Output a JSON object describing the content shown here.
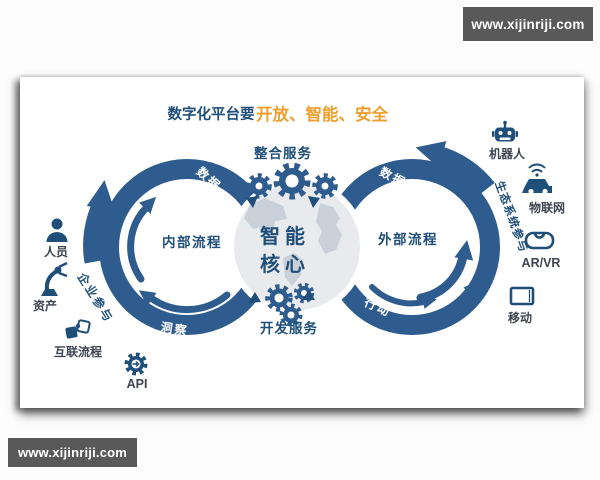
{
  "watermark": {
    "text": "www.xijinriji.com"
  },
  "title": {
    "prefix": "数字化平台要",
    "highlight": "开放、智能、安全"
  },
  "center": {
    "core_line1": "智能",
    "core_line2": "核心",
    "top_service": "整合服务",
    "bottom_service": "开发服务"
  },
  "left_loop": {
    "name": "内部流程",
    "top_flow": "数据",
    "bottom_flow": "洞察",
    "side_flow": "企业参与"
  },
  "right_loop": {
    "name": "外部流程",
    "top_flow": "数据",
    "bottom_flow": "行动",
    "side_flow": "生态系统参与"
  },
  "left_items": [
    {
      "label": "人员",
      "icon": "person-icon"
    },
    {
      "label": "资产",
      "icon": "robot-arm-icon"
    },
    {
      "label": "互联流程",
      "icon": "puzzle-icon"
    },
    {
      "label": "API",
      "icon": "api-gear-icon"
    }
  ],
  "right_items": [
    {
      "label": "机器人",
      "icon": "robot-icon"
    },
    {
      "label": "物联网",
      "icon": "connected-car-icon"
    },
    {
      "label": "AR/VR",
      "icon": "vr-goggles-icon"
    },
    {
      "label": "移动",
      "icon": "tablet-icon"
    }
  ],
  "colors": {
    "loop_blue": "#2e5c8e",
    "dark_blue": "#1f4e79",
    "accent_orange": "#ee9f2e",
    "watermark_bg": "#595959",
    "globe_gray": "#e8eaed",
    "continent_gray": "#c9d0d9",
    "label_gray": "#3d4550"
  }
}
